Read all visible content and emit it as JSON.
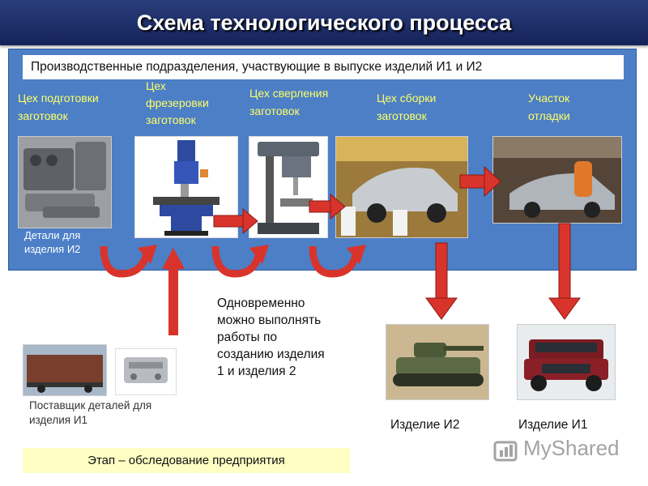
{
  "title": "Схема технологического процесса",
  "panel_header": "Производственные подразделения, участвующие в выпуске изделий И1 и И2",
  "shops": [
    {
      "lines": [
        "Цех подготовки",
        "заготовок"
      ]
    },
    {
      "lines": [
        "Цех",
        "фрезеровки",
        "заготовок"
      ]
    },
    {
      "lines": [
        "Цех сверления",
        "заготовок"
      ]
    },
    {
      "lines": [
        "Цех сборки",
        "заготовок"
      ]
    },
    {
      "lines": [
        "Участок",
        "отладки"
      ]
    }
  ],
  "parts_label": [
    "Детали для",
    "изделия И2"
  ],
  "simultaneous_note": [
    "Одновременно",
    "можно выполнять",
    "работы по",
    "созданию изделия",
    "1 и изделия 2"
  ],
  "supplier_label": [
    "Поставщик деталей для",
    "изделия И1"
  ],
  "product_i2": "Изделие И2",
  "product_i1": "Изделие И1",
  "stage": "Этап – обследование предприятия",
  "watermark": "MyShared",
  "colors": {
    "title_bg": "#1c2b63",
    "panel_bg": "#4c7fc6",
    "shop_label": "#ffff66",
    "arrow_red": "#d9342b",
    "stage_bg": "#ffffc4"
  }
}
